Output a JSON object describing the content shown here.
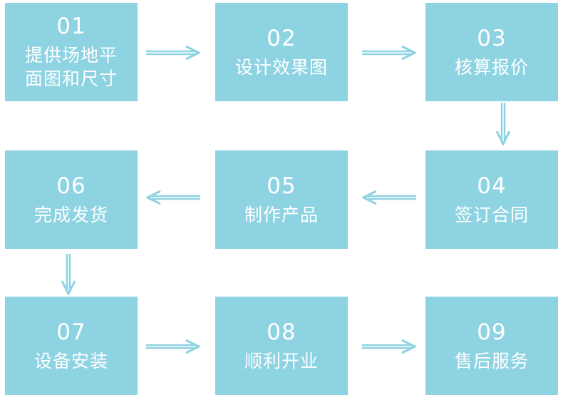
{
  "steps": [
    {
      "num": "01",
      "label": "提供场地平\n面图和尺寸"
    },
    {
      "num": "02",
      "label": "设计效果图"
    },
    {
      "num": "03",
      "label": "核算报价"
    },
    {
      "num": "04",
      "label": "签订合同"
    },
    {
      "num": "05",
      "label": "制作产品"
    },
    {
      "num": "06",
      "label": "完成发货"
    },
    {
      "num": "07",
      "label": "设备安装"
    },
    {
      "num": "08",
      "label": "顺利开业"
    },
    {
      "num": "09",
      "label": "售后服务"
    }
  ],
  "colors": {
    "box": "#8ed3e2",
    "arrow": "#8ed3e2",
    "text": "#ffffff"
  }
}
